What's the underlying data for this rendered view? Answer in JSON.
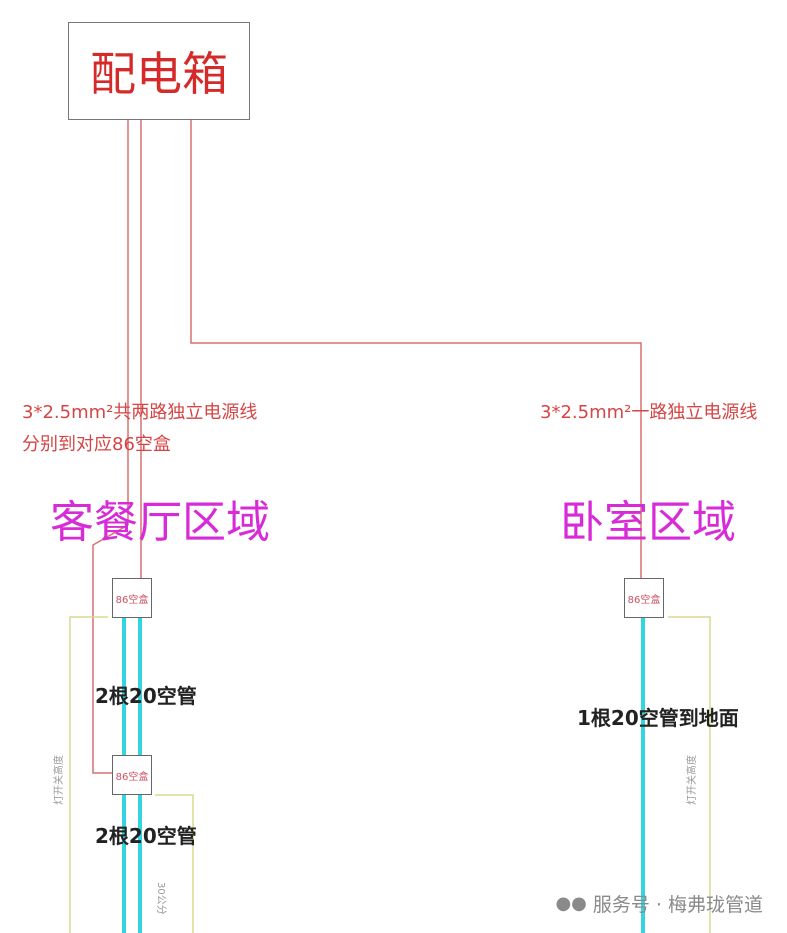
{
  "distribution_box": "配电箱",
  "left_wire_note": [
    "3*2.5mm²共两路独立电源线",
    "分别到对应86空盒"
  ],
  "right_wire_note": "3*2.5mm²一路独立电源线",
  "left_zone": "客餐厅区域",
  "right_zone": "卧室区域",
  "junction_box_label": "86空盒",
  "left_conduit_1": "2根20空管",
  "left_conduit_2": "2根20空管",
  "right_conduit": "1根20空管到地面",
  "switch_height_label": "灯开关高度",
  "height_30cm_label": "30公分",
  "watermark": "服务号 · 梅弗珑管道",
  "colors": {
    "wire": "#d87070",
    "conduit": "#33d6e0",
    "dimension": "#d8d890",
    "zone": "#d82bd8"
  }
}
